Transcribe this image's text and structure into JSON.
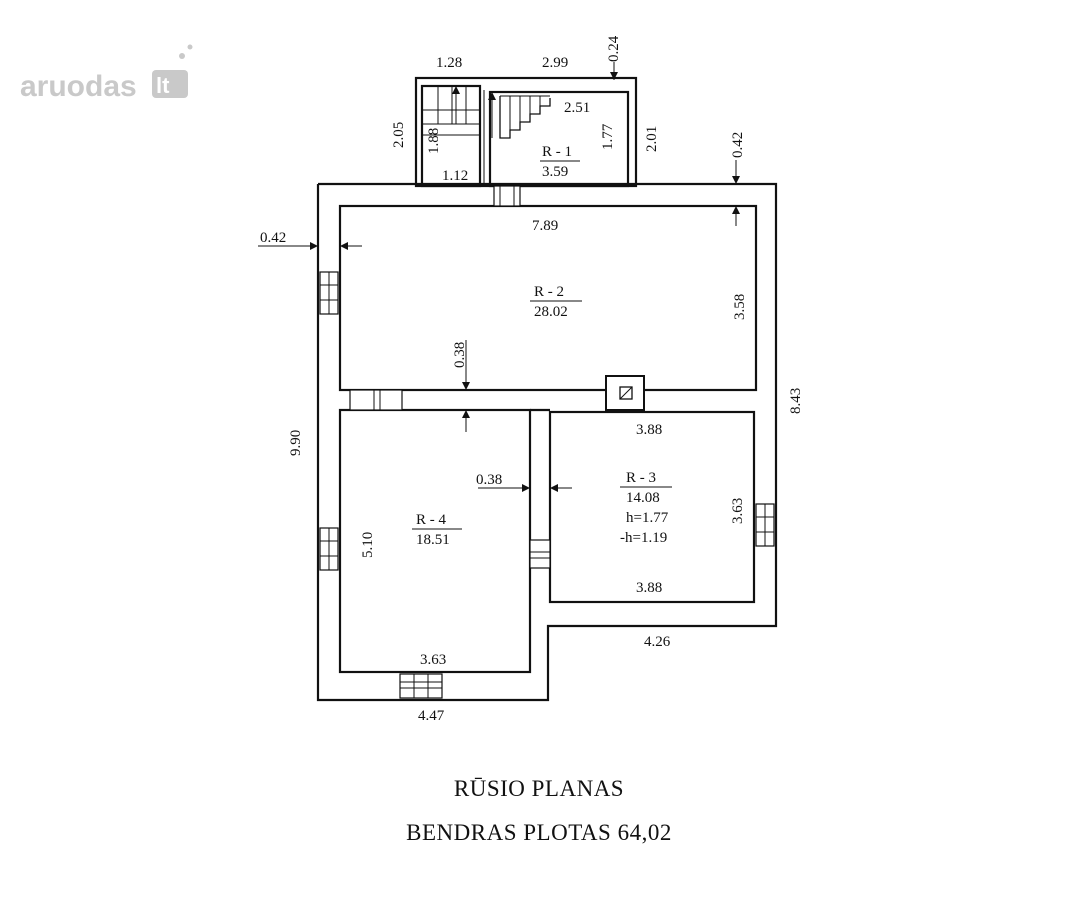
{
  "watermark": {
    "brand": "aruodas",
    "tld": "lt"
  },
  "rooms": [
    {
      "id": "R - 1",
      "area": "3.59"
    },
    {
      "id": "R - 2",
      "area": "28.02"
    },
    {
      "id": "R - 3",
      "area": "14.08",
      "h": "h=1.77",
      "neg_h": "-h=1.19"
    },
    {
      "id": "R - 4",
      "area": "18.51"
    }
  ],
  "dimensions": {
    "stair_top_width": "1.28",
    "r1_top_width": "2.99",
    "r1_top_wall": "0.24",
    "stair_outer_height": "2.05",
    "stair_inner_height": "1.88",
    "stair_bottom_width": "1.12",
    "r1_inner_width": "2.51",
    "r1_inner_height": "1.77",
    "r1_outer_height": "2.01",
    "top_right_wall": "0.42",
    "left_wall": "0.42",
    "r2_width": "7.89",
    "r2_height": "3.58",
    "r2_partition": "0.38",
    "right_total_height": "8.43",
    "left_total_height": "9.90",
    "r3_top_width": "3.88",
    "r3_height": "3.63",
    "r3_bottom_width": "3.88",
    "inner_partition": "0.38",
    "r4_height": "5.10",
    "r4_bottom_width": "3.63",
    "r3_outer_bottom": "4.26",
    "r4_outer_bottom": "4.47"
  },
  "captions": {
    "title": "RŪSIO PLANAS",
    "total": "BENDRAS PLOTAS 64,02"
  }
}
